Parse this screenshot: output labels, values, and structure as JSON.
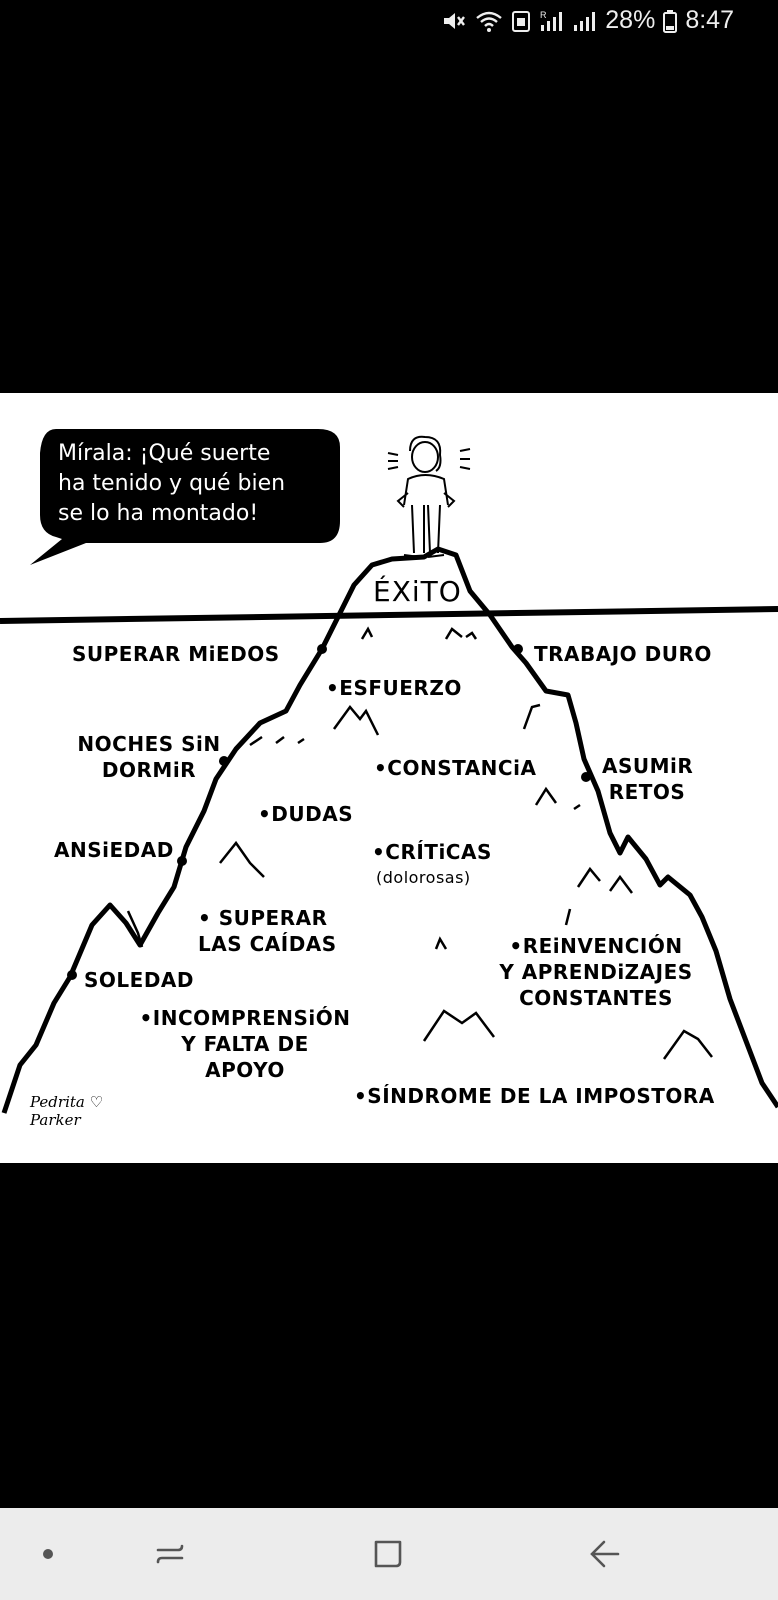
{
  "status_bar": {
    "battery": "28%",
    "time": "8:47",
    "icons": [
      "mute-icon",
      "wifi-icon",
      "sim-icon",
      "signal-r-icon",
      "signal-icon",
      "battery-icon"
    ]
  },
  "comic": {
    "speech_bubble": "Mírala: ¡Qué suerte\nha tenido y qué bien\nse lo ha montado!",
    "peak": "ÉXiTO",
    "labels": {
      "superar_miedos": "SUPERAR MiEDOS",
      "trabajo_duro": "TRABAJO DURO",
      "esfuerzo": "•ESFUERZO",
      "noches_sin_dormir": "NOCHES SiN\nDORMiR",
      "constancia": "•CONSTANCiA",
      "asumir_retos": "ASUMiR\nRETOS",
      "dudas": "•DUDAS",
      "ansiedad": "ANSiEDAD",
      "criticas": "•CRÍTiCAS",
      "dolorosas": "(dolorosas)",
      "superar_caidas": "• SUPERAR\nLAS CAÍDAS",
      "reinvencion": "•REiNVENCIÓN\nY APRENDiZAJES\nCONSTANTES",
      "soledad": "SOLEDAD",
      "incomprension": "•INCOMPRENSiÓN\nY FALTA DE\nAPOYO",
      "sindrome": "•SÍNDROME DE LA IMPOSTORA"
    },
    "signature": "Pedrita ♡\nParker"
  },
  "nav_bar": {
    "buttons": [
      "dot-icon",
      "recent-apps-icon",
      "home-icon",
      "back-icon"
    ]
  },
  "colors": {
    "background": "#000000",
    "image_bg": "#ffffff",
    "ink": "#000000",
    "nav_bg": "#ececec"
  }
}
